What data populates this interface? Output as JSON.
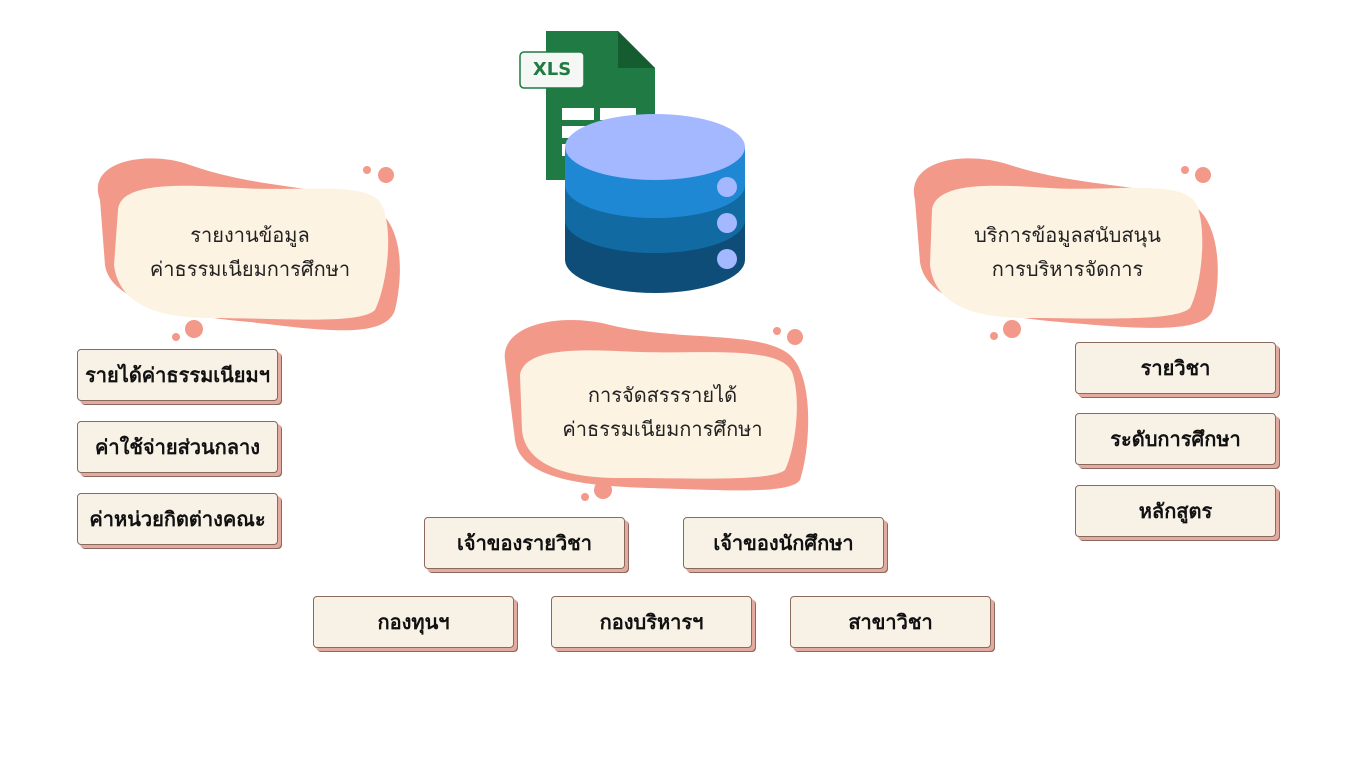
{
  "colors": {
    "blob_pink": "#f2998a",
    "blob_cream": "#fdf3e3",
    "card_fill": "#f7f1e6",
    "card_border": "#8a6a5e",
    "xls_green": "#1f7a43",
    "db_top": "#a4b8ff",
    "db_band1": "#1e88d4",
    "db_band2": "#126aa2",
    "db_band3": "#0d4d77"
  },
  "icons": {
    "xls": "xls-file-icon",
    "xls_label": "XLS",
    "database": "database-icon"
  },
  "topics": {
    "left": {
      "line1": "รายงานข้อมูล",
      "line2": "ค่าธรรมเนียมการศึกษา"
    },
    "center": {
      "line1": "การจัดสรรรายได้",
      "line2": "ค่าธรรมเนียมการศึกษา"
    },
    "right": {
      "line1": "บริการข้อมูลสนับสนุน",
      "line2": "การบริหารจัดการ"
    }
  },
  "left_items": [
    "รายได้ค่าธรรมเนียมฯ",
    "ค่าใช้จ่ายส่วนกลาง",
    "ค่าหน่วยกิตต่างคณะ"
  ],
  "right_items": [
    "รายวิชา",
    "ระดับการศึกษา",
    "หลักสูตร"
  ],
  "center_row1": [
    "เจ้าของรายวิชา",
    "เจ้าของนักศึกษา"
  ],
  "center_row2": [
    "กองทุนฯ",
    "กองบริหารฯ",
    "สาขาวิชา"
  ]
}
